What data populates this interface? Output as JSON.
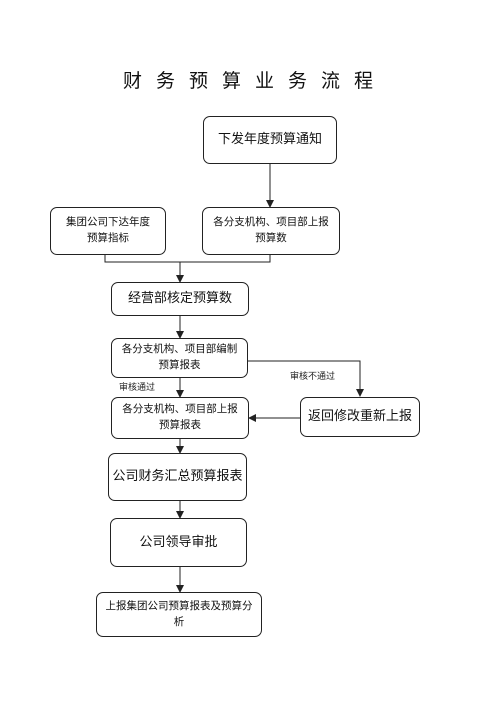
{
  "title": "财务预算业务流程",
  "nodes": {
    "notice": "下发年度预算通知",
    "group_issue": "集团公司下达年度预算指标",
    "branch_report": "各分支机构、项目部上报预算数",
    "ops_verify": "经营部核定预算数",
    "branch_compile": "各分支机构、项目部编制预算报表",
    "branch_submit": "各分支机构、项目部上报预算报表",
    "return_revise": "返回修改重新上报",
    "finance_summary": "公司财务汇总预算报表",
    "leader_approve": "公司领导审批",
    "report_group": "上报集团公司预算报表及预算分析"
  },
  "edge_labels": {
    "approved": "审核通过",
    "rejected": "审核不通过"
  }
}
